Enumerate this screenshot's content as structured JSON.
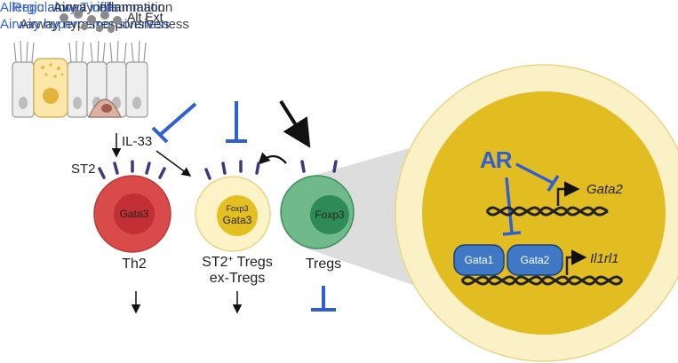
{
  "header": {
    "line1_a": "Allergic airway inflammation",
    "line1_b": "Regulatory T cells",
    "line1_c": "Airway inflammation",
    "line2_a": "Airway hyperresponsiveness",
    "line2_b": "Airway hyperresponsiveness",
    "alt_ext": "Alt Ext"
  },
  "labels": {
    "il33": "IL-33",
    "st2": "ST2",
    "th2": "Th2",
    "st2_tregs_main": "ST2",
    "st2_tregs_sup": "+",
    "st2_tregs_tail": " Tregs",
    "ex_tregs": "ex-Tregs",
    "tregs": "Tregs",
    "gata3_th2": "Gata3",
    "foxp3_small": "Foxp3",
    "gata3_mid": "Gata3",
    "foxp3_treg": "Foxp3",
    "ar": "AR",
    "gata2_gene": "Gata2",
    "gata1_box": "Gata1",
    "gata2_box": "Gata2",
    "il1rl1_gene": "Il1rl1"
  },
  "colors": {
    "inhibit_blue": "#2f5fd0",
    "black_arrow": "#111111",
    "th2_red": "#d94a4a",
    "th2_core": "#c22f35",
    "treg_green": "#6fb98a",
    "treg_core": "#2e8b57",
    "mid_cream": "#fdf3c6",
    "mid_core": "#e4bf22",
    "nucleus_outer": "#fbf1c6",
    "nucleus_inner": "#e2bd21",
    "receptor": "#3b3a7a",
    "dna": "#222222",
    "protein_box": "#3f78c4"
  }
}
